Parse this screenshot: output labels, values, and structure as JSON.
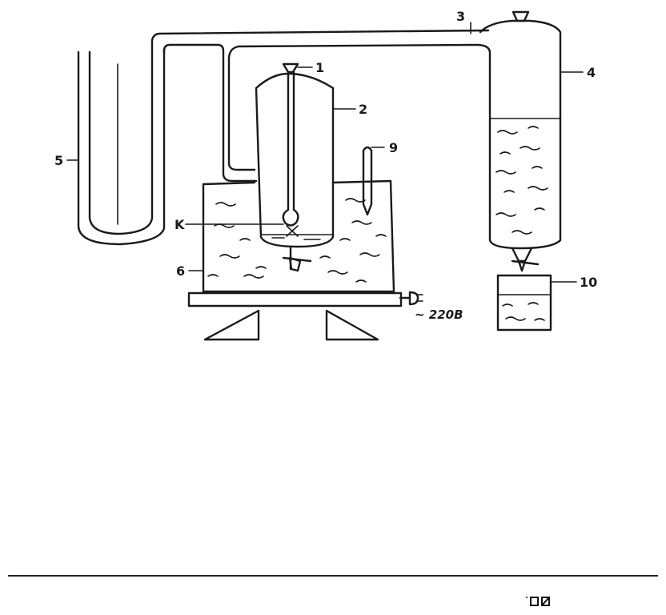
{
  "labels": {
    "n1": "1",
    "n2": "2",
    "n3": "3",
    "n4": "4",
    "n5": "5",
    "n6": "6",
    "n9": "9",
    "n10": "10",
    "k": "K",
    "power": "~ 220B"
  }
}
